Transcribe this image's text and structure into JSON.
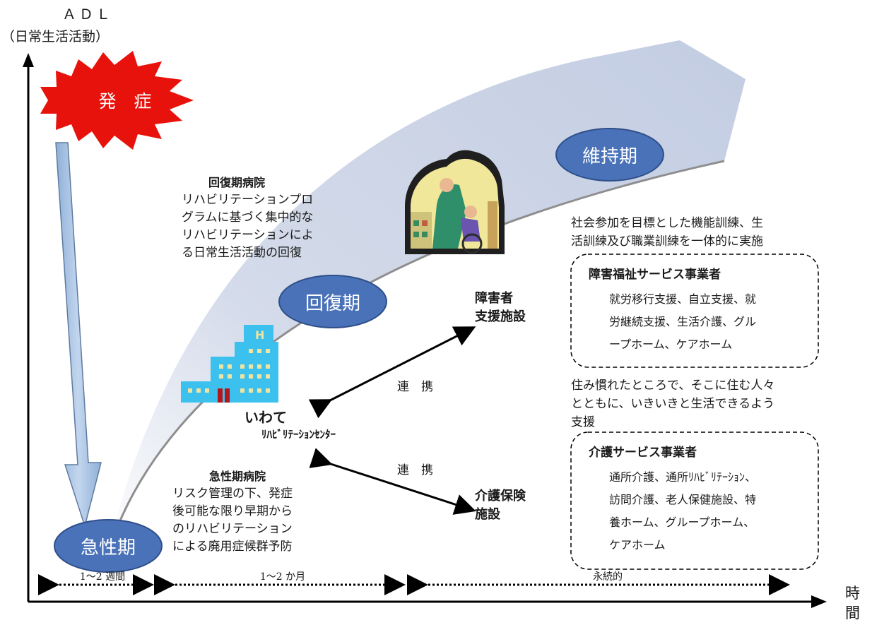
{
  "axes": {
    "y_label_line1": "ＡＤＬ",
    "y_label_line2": "（日常生活活動）",
    "x_label": "時間"
  },
  "burst_label": "発　症",
  "phases": {
    "acute": "急性期",
    "recovery": "回復期",
    "maintenance": "維持期"
  },
  "recovery_hospital": {
    "title": "回復期病院",
    "lines": [
      "リハビリテーションプロ",
      "グラムに基づく集中的な",
      "リハビリテーションによ",
      "る日常生活活動の回復"
    ]
  },
  "acute_hospital": {
    "title": "急性期病院",
    "lines": [
      "リスク管理の下、発症",
      "後可能な限り早期から",
      "のリハビリテーション",
      "による廃用症候群予防"
    ]
  },
  "center": {
    "line1": "いわて",
    "line2": "ﾘﾊﾋﾞﾘﾃｰｼｮﾝｾﾝﾀｰ"
  },
  "links": {
    "upper": "連　携",
    "lower": "連　携"
  },
  "facilities": {
    "disability_line1": "障害者",
    "disability_line2": "支援施設",
    "care_line1": "介護保険",
    "care_line2": "施設"
  },
  "notes": {
    "social_line1": "社会参加を目標とした機能訓練、生",
    "social_line2": "活訓練及び職業訓練を一体的に実施",
    "community_line1": "住み慣れたところで、そこに住む人々",
    "community_line2": "とともに、いきいきと生活できるよう",
    "community_line3": "支援"
  },
  "welfare_box": {
    "title": "障害福祉サービス事業者",
    "lines": [
      "就労移行支援、自立支援、就",
      "労継続支援、生活介護、グル",
      "ープホーム、ケアホーム"
    ]
  },
  "care_box": {
    "title": "介護サービス事業者",
    "lines": [
      "通所介護、通所ﾘﾊﾋﾞﾘﾃｰｼｮﾝ、",
      "訪問介護、老人保健施設、特",
      "養ホーム、グループホーム、",
      "ケアホーム"
    ]
  },
  "periods": [
    "1～2 週間",
    "1～2 か月",
    "永続的"
  ],
  "colors": {
    "oval": "#4a72b8",
    "burst": "#e8120c",
    "band": "#c7d2e6",
    "down_arrow": "#a9c4e6"
  }
}
